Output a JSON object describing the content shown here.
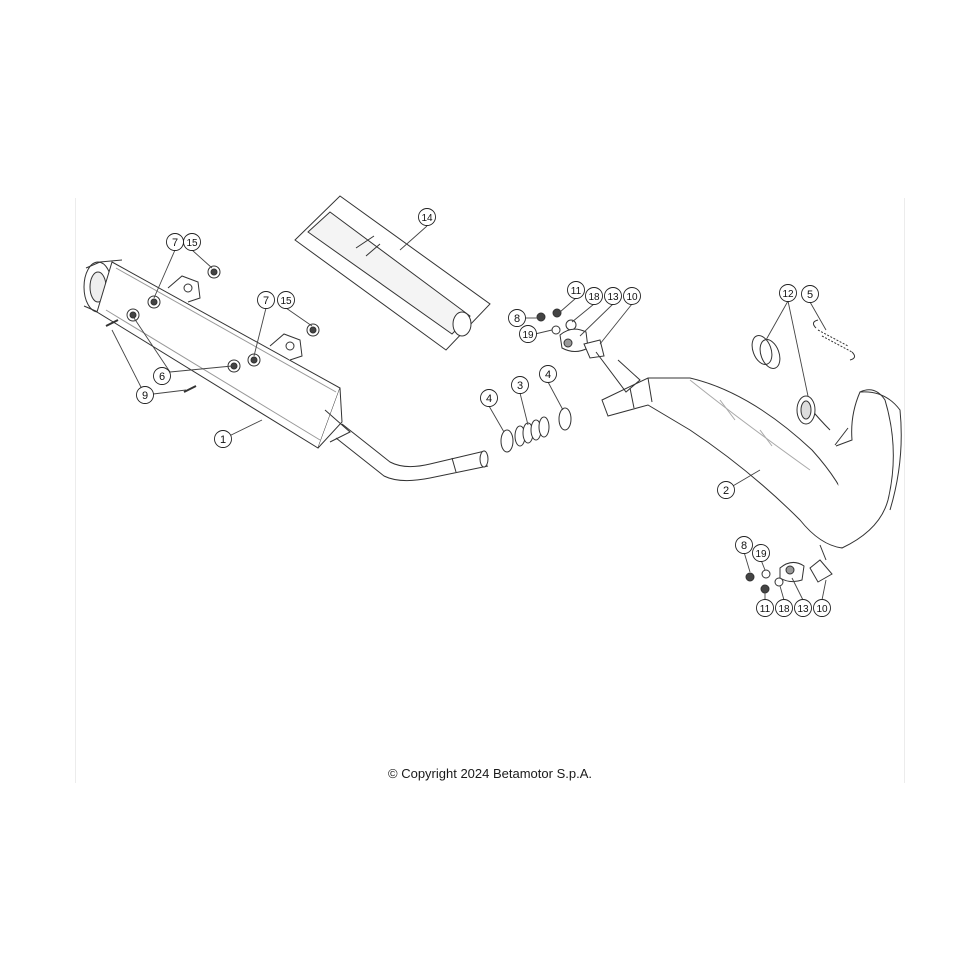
{
  "diagram": {
    "callouts": [
      "1",
      "2",
      "3",
      "4",
      "4",
      "5",
      "6",
      "7",
      "15",
      "7",
      "15",
      "8",
      "11",
      "18",
      "13",
      "10",
      "19",
      "9",
      "12",
      "14",
      "8",
      "19",
      "11",
      "18",
      "13",
      "10"
    ],
    "parts": [
      "muffler",
      "exhaust-pipe",
      "exhaust-gasket",
      "o-ring",
      "o-ring",
      "spring",
      "rubber-grommet",
      "spacer",
      "nut",
      "spacer",
      "nut",
      "bolt",
      "nut",
      "washer",
      "bracket",
      "clip",
      "washer",
      "bolt",
      "o-ring-pair",
      "silencer-packing",
      "bolt",
      "washer",
      "nut",
      "washer",
      "bracket",
      "clip"
    ]
  },
  "footer": {
    "copyright": "© Copyright 2024 Betamotor S.p.A."
  }
}
